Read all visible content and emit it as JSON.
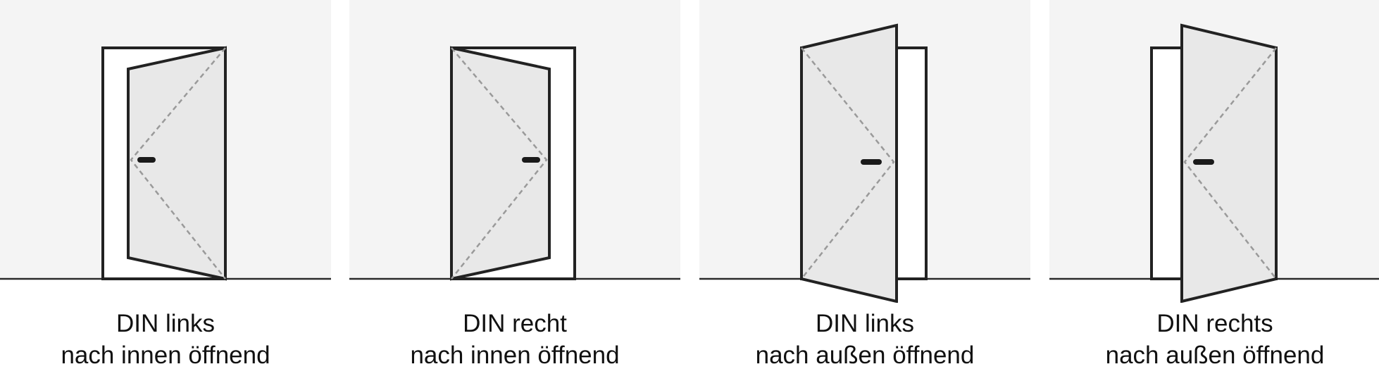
{
  "colors": {
    "wall": "#f4f4f4",
    "door_leaf": "#e8e8e8",
    "outline": "#222222",
    "swing_marker": "#9a9a9a"
  },
  "diagrams": [
    {
      "line1": "DIN links",
      "line2": "nach innen öffnend"
    },
    {
      "line1": "DIN recht",
      "line2": "nach innen öffnend"
    },
    {
      "line1": "DIN links",
      "line2": "nach außen öffnend"
    },
    {
      "line1": "DIN rechts",
      "line2": "nach außen öffnend"
    }
  ]
}
